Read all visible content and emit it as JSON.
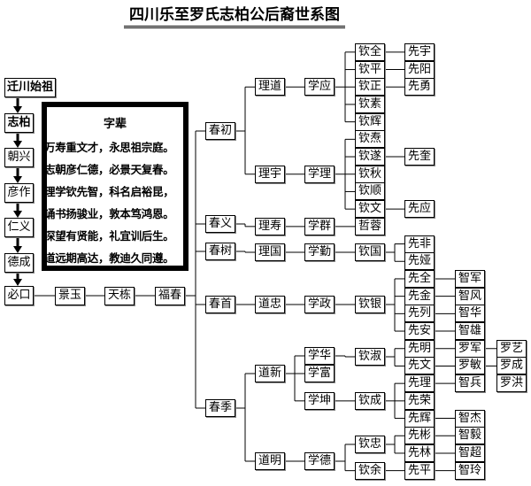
{
  "title": "四川乐至罗氏志柏公后裔世系图",
  "ancestor": "迁川始祖",
  "chain": [
    "志柏",
    "朝兴",
    "彦作",
    "仁义",
    "德成",
    "必口"
  ],
  "lineage": [
    "景玉",
    "天栋",
    "福春"
  ],
  "zibei": {
    "title": "字辈",
    "lines": [
      "万寿重文才，永思祖宗庭。",
      "志朝彦仁德，必景天复春。",
      "理学钦先智，科名启裕昆，",
      "诵书扬骏业，敦本笃鸿恩。",
      "深望有贤能，礼宜训后生。",
      "道远期高达，教迪久同遵。"
    ]
  },
  "tree": [
    {
      "name": "春初",
      "parent": -1
    },
    {
      "name": "春义",
      "parent": -1
    },
    {
      "name": "春树",
      "parent": -1
    },
    {
      "name": "春首",
      "parent": -1
    },
    {
      "name": "春季",
      "parent": -1
    },
    {
      "name": "理道",
      "parent": 0
    },
    {
      "name": "理宇",
      "parent": 0
    },
    {
      "name": "理寿",
      "parent": 1
    },
    {
      "name": "理国",
      "parent": 2
    },
    {
      "name": "道忠",
      "parent": 3
    },
    {
      "name": "道新",
      "parent": 4
    },
    {
      "name": "道明",
      "parent": 4
    },
    {
      "name": "学应",
      "parent": 5
    },
    {
      "name": "学理",
      "parent": 6
    },
    {
      "name": "学群",
      "parent": 7
    },
    {
      "name": "学勤",
      "parent": 8
    },
    {
      "name": "学政",
      "parent": 9
    },
    {
      "name": "学华",
      "parent": 10
    },
    {
      "name": "学富",
      "parent": 10
    },
    {
      "name": "学坤",
      "parent": 10
    },
    {
      "name": "学德",
      "parent": 11
    },
    {
      "name": "钦全",
      "parent": 12
    },
    {
      "name": "钦平",
      "parent": 12
    },
    {
      "name": "钦正",
      "parent": 12
    },
    {
      "name": "钦素",
      "parent": 12
    },
    {
      "name": "钦辉",
      "parent": 12
    },
    {
      "name": "钦焘",
      "parent": 13
    },
    {
      "name": "钦遂",
      "parent": 13
    },
    {
      "name": "钦秋",
      "parent": 13
    },
    {
      "name": "钦顺",
      "parent": 13
    },
    {
      "name": "钦文",
      "parent": 13
    },
    {
      "name": "哲蓉",
      "parent": 14
    },
    {
      "name": "钦国",
      "parent": 15
    },
    {
      "name": "钦银",
      "parent": 16
    },
    {
      "name": "钦淑",
      "parent": 17
    },
    {
      "name": "钦成",
      "parent": 19
    },
    {
      "name": "钦忠",
      "parent": 20
    },
    {
      "name": "钦余",
      "parent": 20
    },
    {
      "name": "先宇",
      "parent": 21
    },
    {
      "name": "先阳",
      "parent": 22
    },
    {
      "name": "先勇",
      "parent": 23
    },
    {
      "name": "先奎",
      "parent": 27
    },
    {
      "name": "先应",
      "parent": 30
    },
    {
      "name": "先非",
      "parent": 32
    },
    {
      "name": "先娅",
      "parent": 32
    },
    {
      "name": "先全",
      "parent": 33
    },
    {
      "name": "先金",
      "parent": 33
    },
    {
      "name": "先列",
      "parent": 33
    },
    {
      "name": "先安",
      "parent": 33
    },
    {
      "name": "先明",
      "parent": 34
    },
    {
      "name": "先文",
      "parent": 34
    },
    {
      "name": "先理",
      "parent": 35
    },
    {
      "name": "先荣",
      "parent": 35
    },
    {
      "name": "先辉",
      "parent": 35
    },
    {
      "name": "先彬",
      "parent": 36
    },
    {
      "name": "先林",
      "parent": 36
    },
    {
      "name": "先平",
      "parent": 37
    },
    {
      "name": "智军",
      "parent": 45
    },
    {
      "name": "智风",
      "parent": 46
    },
    {
      "name": "智华",
      "parent": 47
    },
    {
      "name": "智雄",
      "parent": 48
    },
    {
      "name": "罗军",
      "parent": 49
    },
    {
      "name": "罗敏",
      "parent": 50
    },
    {
      "name": "智兵",
      "parent": 51
    },
    {
      "name": "智杰",
      "parent": 53
    },
    {
      "name": "智毅",
      "parent": 54
    },
    {
      "name": "智超",
      "parent": 55
    },
    {
      "name": "智玲",
      "parent": 56
    },
    {
      "name": "罗艺",
      "parent": 61
    },
    {
      "name": "罗成",
      "parent": 62
    },
    {
      "name": "罗洪",
      "parent": -1
    }
  ]
}
